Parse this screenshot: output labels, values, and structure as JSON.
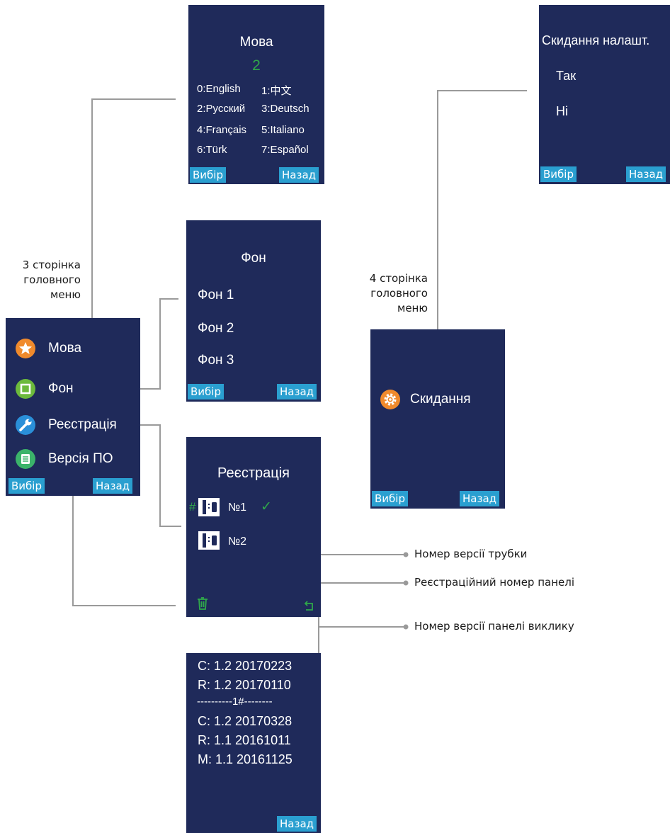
{
  "captions": {
    "page3": [
      "3 сторінка",
      "головного",
      "меню"
    ],
    "page4": [
      "4 сторінка",
      "головного",
      "меню"
    ]
  },
  "buttons": {
    "select": "Вибір",
    "back": "Назад"
  },
  "main_menu_3": {
    "items": [
      {
        "label": "Мова",
        "icon": "star-icon",
        "color": "#f08a2c"
      },
      {
        "label": "Фон",
        "icon": "background-icon",
        "color": "#6cba3c"
      },
      {
        "label": "Реєстрація",
        "icon": "wrench-icon",
        "color": "#2a8fd8"
      },
      {
        "label": "Версія ПО",
        "icon": "version-icon",
        "color": "#3bb36a"
      }
    ]
  },
  "main_menu_4": {
    "items": [
      {
        "label": "Скидання",
        "icon": "gear-icon",
        "color": "#f08a2c"
      }
    ]
  },
  "language": {
    "title": "Мова",
    "selected": "2",
    "options": [
      [
        "0:English",
        "1:中文"
      ],
      [
        "2:Русский",
        "3:Deutsch"
      ],
      [
        "4:Français",
        "5:Italiano"
      ],
      [
        "6:Türk",
        "7:Español"
      ]
    ]
  },
  "background": {
    "title": "Фон",
    "options": [
      "Фон 1",
      "Фон 2",
      "Фон 3"
    ]
  },
  "registration": {
    "title": "Реєстрація",
    "hash": "#",
    "entries": [
      "№1",
      "№2"
    ],
    "check": "✓"
  },
  "reset": {
    "title": "Скидання налашт.",
    "options": [
      "Так",
      "Ні"
    ]
  },
  "version": {
    "lines": [
      "C: 1.2 20170223",
      "R: 1.2 20170110",
      "----------1#--------",
      "C: 1.2 20170328",
      "R: 1.1 20161011",
      "M: 1.1 20161125"
    ]
  },
  "annotations": {
    "handset_version": "Номер версії трубки",
    "panel_reg_number": "Реєстраційний номер панелі",
    "call_panel_version": "Номер версії панелі виклику"
  },
  "colors": {
    "screen_bg": "#1f2a5a",
    "button_bg": "#2a9fd0",
    "accent_green": "#2fa84a",
    "line_gray": "#9a9a9a"
  }
}
